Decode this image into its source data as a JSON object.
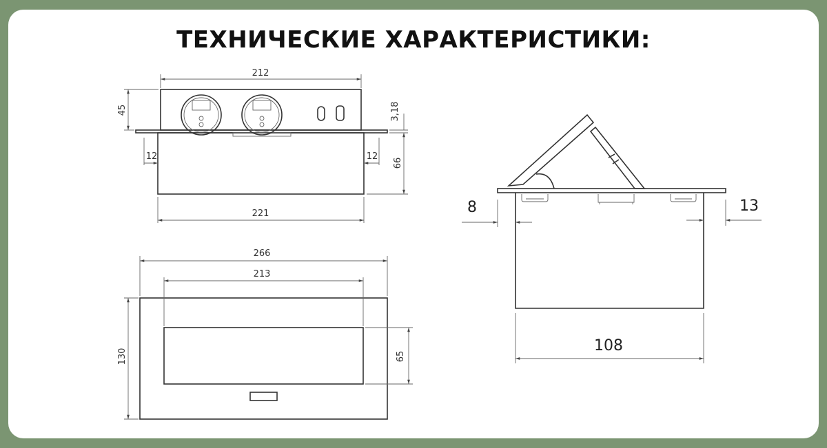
{
  "title": "ТЕХНИЧЕСКИЕ ХАРАКТЕРИСТИКИ:",
  "front_view": {
    "top_width": "212",
    "top_height": "45",
    "flange_thickness": "3,18",
    "body_height": "66",
    "left_offset": "12",
    "right_offset": "12",
    "body_width": "221"
  },
  "top_view": {
    "outer_width": "266",
    "inner_width": "213",
    "outer_height": "130",
    "inner_height": "65"
  },
  "side_view": {
    "left_offset": "8",
    "right_offset": "13",
    "body_width": "108"
  },
  "colors": {
    "background": "#7b9572",
    "panel": "#ffffff"
  }
}
